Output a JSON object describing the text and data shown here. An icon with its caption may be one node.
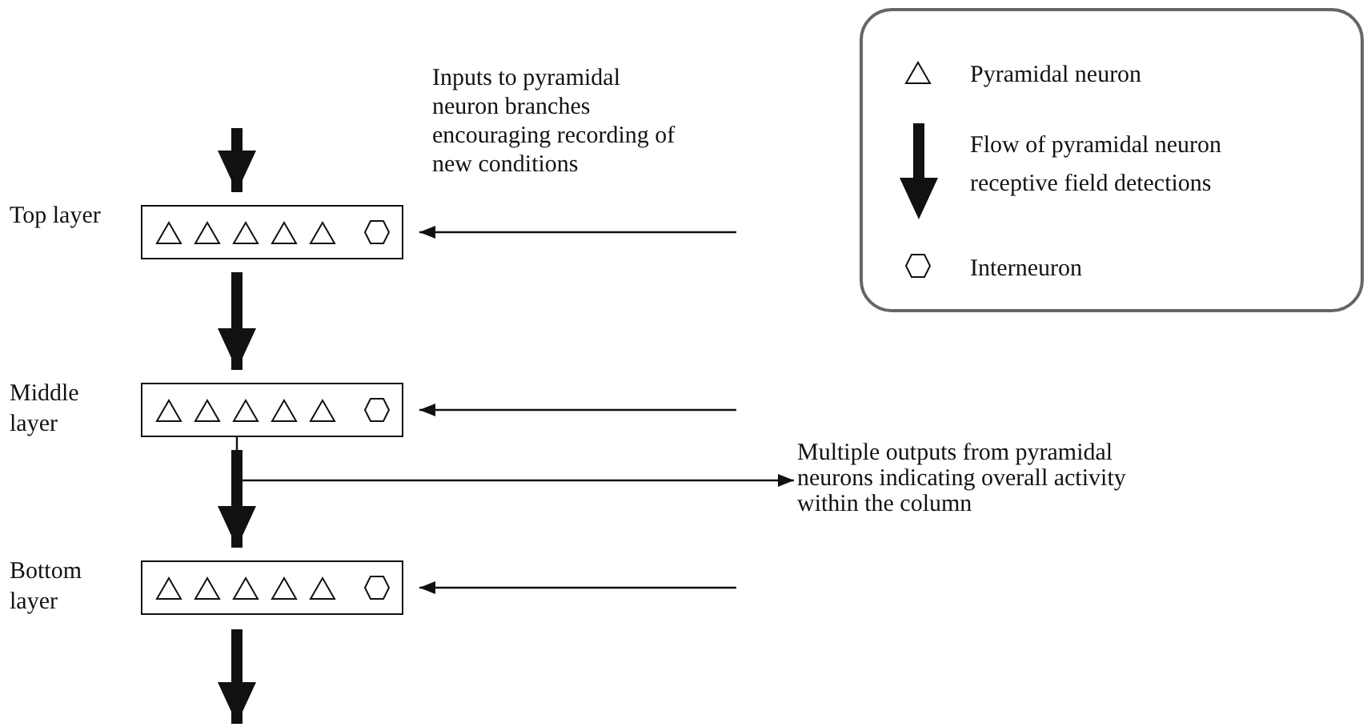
{
  "diagram": {
    "nodes": [
      {
        "text": [
          "Top layer"
        ]
      },
      {
        "text": [
          "Middle layer"
        ]
      },
      {
        "text": [
          "Bottom layer"
        ]
      },
      {
        "text": [
          "Multiple outputs from pyramidal neurons indicating overall activity within the column"
        ]
      }
    ],
    "edges": [
      {
        "from": null,
        "to": 0,
        "arrow": "to",
        "style": "thick"
      },
      {
        "from": 0,
        "to": 1,
        "arrow": "to",
        "style": "thick"
      },
      {
        "from": 1,
        "to": 2,
        "arrow": "to",
        "style": "thick"
      },
      {
        "from": 2,
        "to": null,
        "arrow": "to",
        "style": "thick"
      },
      {
        "from": null,
        "to": 0,
        "arrow": "to"
      },
      {
        "from": null,
        "to": 1,
        "arrow": "to"
      },
      {
        "from": null,
        "to": 2,
        "arrow": "to"
      },
      {
        "from": 1,
        "to": 3,
        "arrow": "to"
      }
    ],
    "labels": [
      "Inputs to pyramidal neuron branches encouraging recording of new conditions"
    ],
    "legend": [
      {
        "text": "Pyramidal neuron"
      },
      {
        "text": "Flow of pyramidal neuron receptive field detections"
      },
      {
        "text": "Interneuron"
      }
    ]
  }
}
